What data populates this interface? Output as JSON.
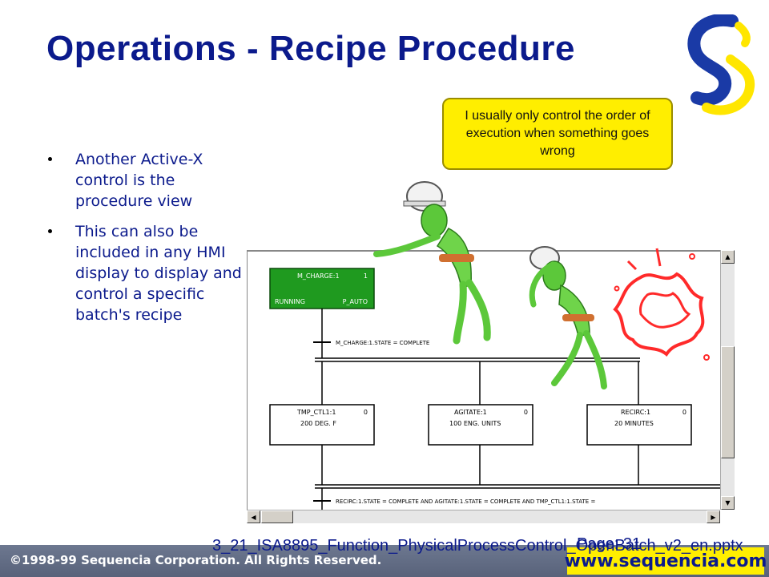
{
  "slide": {
    "title": "Operations - Recipe Procedure",
    "bullets": [
      "Another Active-X control is the procedure view",
      "This can also be included in any HMI display to display and control a specific batch's recipe"
    ],
    "callout": "I usually only control the order of execution when something goes wrong"
  },
  "procedure": {
    "top_step": {
      "name": "M_CHARGE:1",
      "count": "1",
      "state": "RUNNING",
      "mode": "P_AUTO"
    },
    "transition1": "M_CHARGE:1.STATE = COMPLETE",
    "steps": [
      {
        "name": "TMP_CTL1:1",
        "count": "0",
        "param": "200 DEG. F"
      },
      {
        "name": "AGITATE:1",
        "count": "0",
        "param": "100 ENG. UNITS"
      },
      {
        "name": "RECIRC:1",
        "count": "0",
        "param": "20 MINUTES"
      }
    ],
    "transition2": "RECIRC:1.STATE = COMPLETE AND AGITATE:1.STATE = COMPLETE AND TMP_CTL1:1.STATE ="
  },
  "footer": {
    "copyright": "©1998-99 Sequencia Corporation.  All Rights Reserved.",
    "url": "www.sequencia.com",
    "filename": "3_21_ISA8895_Function_PhysicalProcessControl_OpenBatch_v2_en.pptx",
    "page": "Page: 31"
  },
  "colors": {
    "title": "#0b1a8c",
    "callout": "#ffee00",
    "running_step": "#1f9a1f",
    "footer": "#5f6a82"
  },
  "icons": [
    "sequencia-logo-icon",
    "hard-hat-worker-icon",
    "explosion-icon",
    "arrow-up-icon",
    "arrow-down-icon",
    "arrow-left-icon",
    "arrow-right-icon"
  ]
}
